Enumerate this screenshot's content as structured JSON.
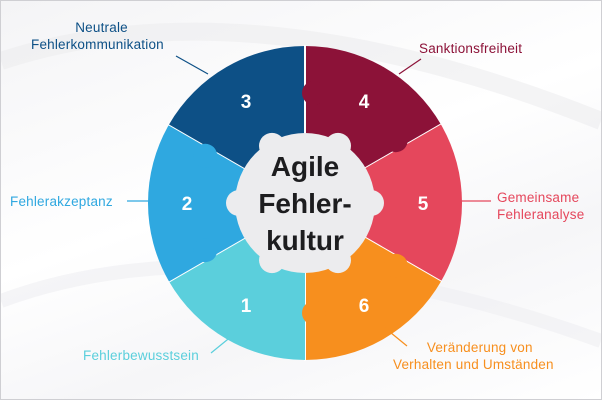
{
  "center": {
    "line1": "Agile",
    "line2": "Fehler-",
    "line3": "kultur"
  },
  "pieces": [
    {
      "number": "1",
      "label": [
        "Fehlerbewusstsein"
      ],
      "color": "#5bcfdc"
    },
    {
      "number": "2",
      "label": [
        "Fehlerakzeptanz"
      ],
      "color": "#2fa8e0"
    },
    {
      "number": "3",
      "label": [
        "Neutrale",
        "Fehlerkommunikation"
      ],
      "color": "#0d5086"
    },
    {
      "number": "4",
      "label": [
        "Sanktionsfreiheit"
      ],
      "color": "#8c1238"
    },
    {
      "number": "5",
      "label": [
        "Gemeinsame",
        "Fehleranalyse"
      ],
      "color": "#e5475c"
    },
    {
      "number": "6",
      "label": [
        "Veränderung von",
        "Verhalten und Umständen"
      ],
      "color": "#f78f1e"
    }
  ]
}
